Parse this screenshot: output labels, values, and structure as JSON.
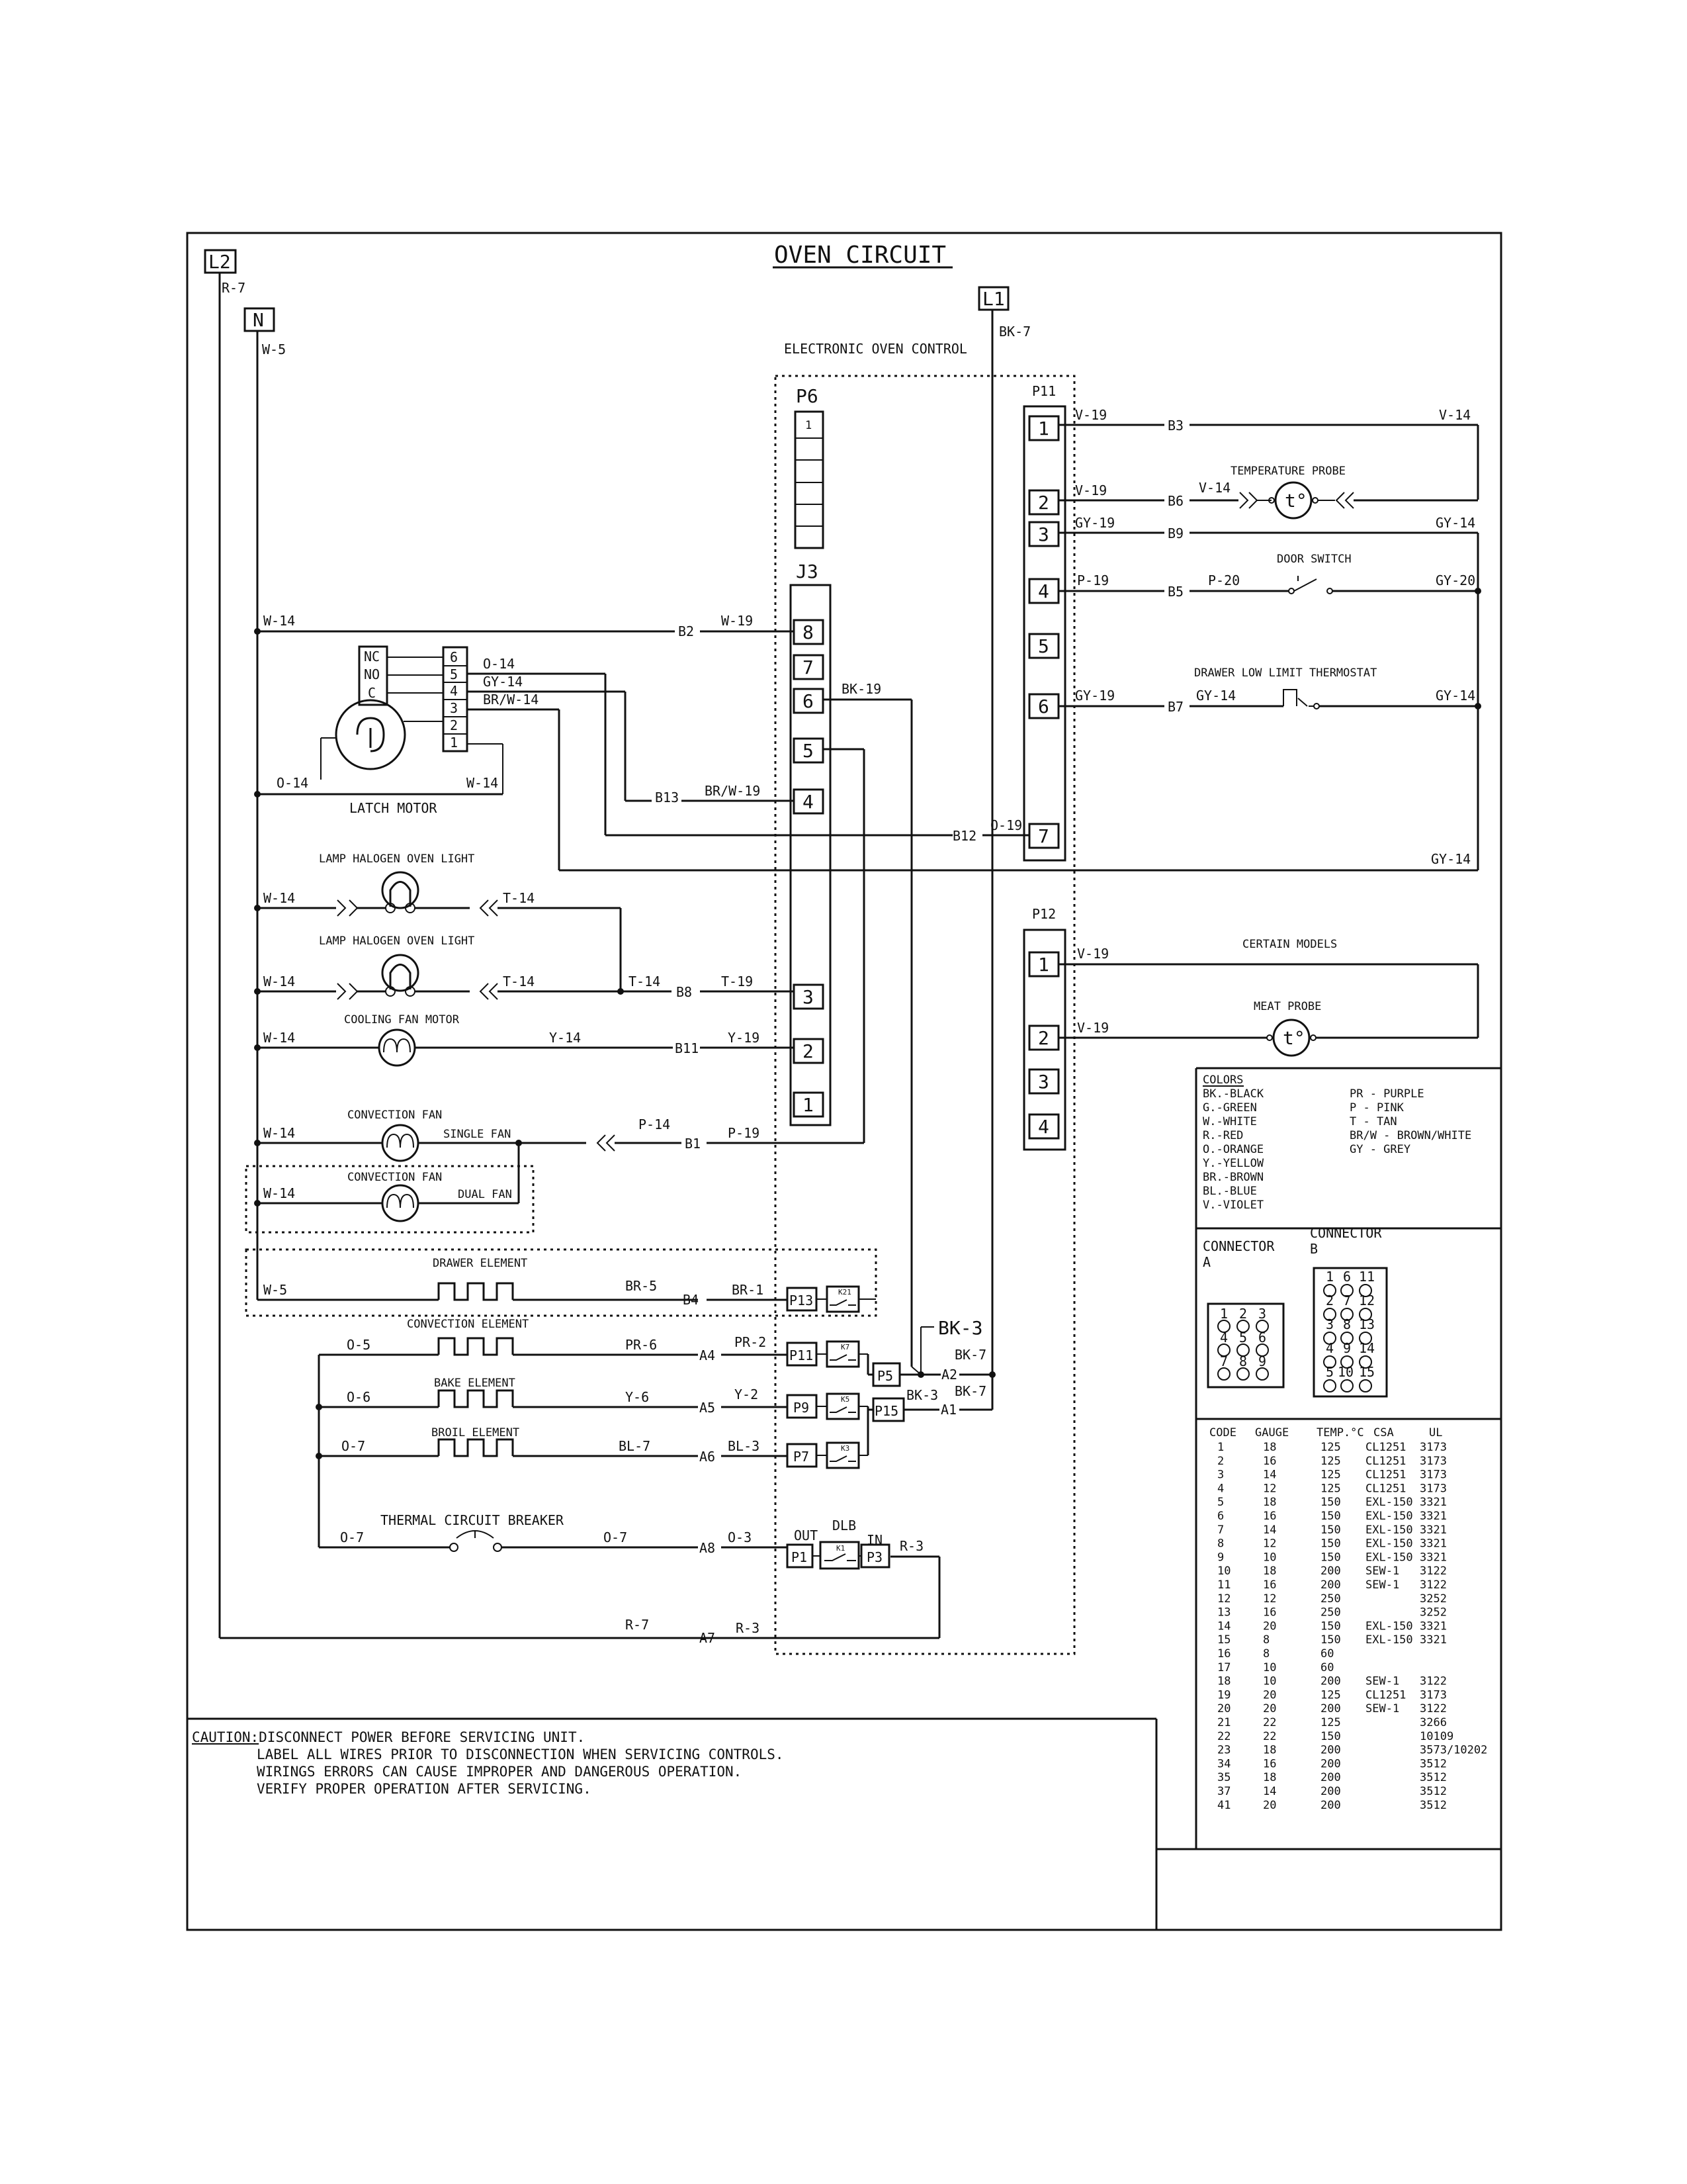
{
  "title": "OVEN CIRCUIT",
  "terminals": {
    "l2": "L2",
    "n": "N",
    "l1": "L1"
  },
  "main_wires": {
    "l2": "R-7",
    "n": "W-5",
    "l1": "BK-7"
  },
  "control_label": "ELECTRONIC OVEN CONTROL",
  "p6": {
    "label": "P6",
    "pin": "1"
  },
  "j3": {
    "label": "J3",
    "pins": [
      "8",
      "7",
      "6",
      "5",
      "4",
      "3",
      "2",
      "1"
    ]
  },
  "p11": {
    "label": "P11",
    "pins": [
      "1",
      "2",
      "3",
      "4",
      "5",
      "6",
      "7"
    ]
  },
  "p12": {
    "label": "P12",
    "pins": [
      "1",
      "2",
      "3",
      "4"
    ]
  },
  "wire_labels": {
    "n_w14_b2": "W-14",
    "b2": "B2",
    "w19": "W-19",
    "o14": "O-14",
    "gy14": "GY-14",
    "brw14": "BR/W-14",
    "b13": "B13",
    "brw19": "BR/W-19",
    "bk19": "BK-19",
    "b12": "B12",
    "o19": "O-19",
    "latch_o14": "O-14",
    "latch_w14": "W-14",
    "lamp1_w14": "W-14",
    "lamp1_t14": "T-14",
    "lamp2_w14": "W-14",
    "lamp2_t14": "T-14",
    "t14_join": "T-14",
    "b8": "B8",
    "t19": "T-19",
    "fan_w14": "W-14",
    "y14": "Y-14",
    "b11": "B11",
    "y19": "Y-19",
    "conv_w14": "W-14",
    "p14": "P-14",
    "b1": "B1",
    "p19": "P-19",
    "dual_w14": "W-14",
    "drawer_w5": "W-5",
    "br5": "BR-5",
    "b4": "B4",
    "br1": "BR-1",
    "o5": "O-5",
    "pr6": "PR-6",
    "a4": "A4",
    "pr2": "PR-2",
    "o6": "O-6",
    "y6": "Y-6",
    "a5": "A5",
    "y2": "Y-2",
    "o7a": "O-7",
    "bl7": "BL-7",
    "a6": "A6",
    "bl3": "BL-3",
    "o7b": "O-7",
    "o7c": "O-7",
    "a8": "A8",
    "o3": "O-3",
    "r7": "R-7",
    "a7": "A7",
    "r3": "R-3",
    "bk3_big": "BK-3",
    "a2": "A2",
    "bk7a": "BK-7",
    "bk3": "BK-3",
    "a1": "A1",
    "bk7b": "BK-7",
    "p11_v19a": "V-19",
    "b3": "B3",
    "v14a": "V-14",
    "p11_v19b": "V-19",
    "b6": "B6",
    "v14b": "V-14",
    "gy19": "GY-19",
    "b9": "B9",
    "gy14r": "GY-14",
    "p19r": "P-19",
    "b5": "B5",
    "p20": "P-20",
    "gy20": "GY-20",
    "gy19b": "GY-19",
    "b7": "B7",
    "gy14b": "GY-14",
    "gy14c": "GY-14",
    "gy14_bottom": "GY-14",
    "p12_v19a": "V-19",
    "p12_v19b": "V-19"
  },
  "components": {
    "latch_motor": "LATCH MOTOR",
    "latch_switch": [
      "NC",
      "NO",
      "C"
    ],
    "latch_pins": [
      "6",
      "5",
      "4",
      "3",
      "2",
      "1"
    ],
    "lamp1": "LAMP HALOGEN OVEN LIGHT",
    "lamp2": "LAMP HALOGEN OVEN LIGHT",
    "cooling_fan": "COOLING FAN MOTOR",
    "convection_fan1": "CONVECTION FAN",
    "single_fan": "SINGLE FAN",
    "convection_fan2": "CONVECTION FAN",
    "dual_fan": "DUAL FAN",
    "drawer_element": "DRAWER ELEMENT",
    "convection_element": "CONVECTION ELEMENT",
    "bake_element": "BAKE ELEMENT",
    "broil_element": "BROIL ELEMENT",
    "thermal_breaker": "THERMAL CIRCUIT BREAKER",
    "temperature_probe": "TEMPERATURE PROBE",
    "probe_symbol": "t°",
    "door_switch": "DOOR SWITCH",
    "drawer_thermostat": "DRAWER LOW LIMIT THERMOSTAT",
    "certain_models": "CERTAIN MODELS",
    "meat_probe": "MEAT PROBE"
  },
  "relays": {
    "p13": "P13",
    "k21": "K21",
    "p11r": "P11",
    "k7": "K7",
    "p9": "P9",
    "k5": "K5",
    "p7": "P7",
    "k3": "K3",
    "p5": "P5",
    "p15": "P15",
    "out": "OUT",
    "dlb": "DLB",
    "in": "IN",
    "p1": "P1",
    "k1": "K1",
    "p3": "P3"
  },
  "colors_legend": {
    "heading": "COLORS",
    "left": [
      "BK.-BLACK",
      "G.-GREEN",
      "W.-WHITE",
      "R.-RED",
      "O.-ORANGE",
      "Y.-YELLOW",
      "BR.-BROWN",
      "BL.-BLUE",
      "V.-VIOLET"
    ],
    "right": [
      "PR - PURPLE",
      "P - PINK",
      "T - TAN",
      "BR/W - BROWN/WHITE",
      "GY - GREY"
    ]
  },
  "connectors": {
    "a_label": [
      "CONNECTOR",
      "A"
    ],
    "b_label": [
      "CONNECTOR",
      "B"
    ],
    "a_numbers": [
      "1",
      "2",
      "3",
      "4",
      "5",
      "6",
      "7",
      "8",
      "9"
    ],
    "b_numbers": [
      "1",
      "6",
      "11",
      "2",
      "7",
      "12",
      "3",
      "8",
      "13",
      "4",
      "9",
      "14",
      "5",
      "10",
      "15"
    ]
  },
  "wire_table": {
    "headers": [
      "CODE",
      "GAUGE",
      "TEMP.°C",
      "CSA",
      "UL"
    ],
    "rows": [
      [
        "1",
        "18",
        "125",
        "CL1251",
        "3173"
      ],
      [
        "2",
        "16",
        "125",
        "CL1251",
        "3173"
      ],
      [
        "3",
        "14",
        "125",
        "CL1251",
        "3173"
      ],
      [
        "4",
        "12",
        "125",
        "CL1251",
        "3173"
      ],
      [
        "5",
        "18",
        "150",
        "EXL-150",
        "3321"
      ],
      [
        "6",
        "16",
        "150",
        "EXL-150",
        "3321"
      ],
      [
        "7",
        "14",
        "150",
        "EXL-150",
        "3321"
      ],
      [
        "8",
        "12",
        "150",
        "EXL-150",
        "3321"
      ],
      [
        "9",
        "10",
        "150",
        "EXL-150",
        "3321"
      ],
      [
        "10",
        "18",
        "200",
        "SEW-1",
        "3122"
      ],
      [
        "11",
        "16",
        "200",
        "SEW-1",
        "3122"
      ],
      [
        "12",
        "12",
        "250",
        "",
        "3252"
      ],
      [
        "13",
        "16",
        "250",
        "",
        "3252"
      ],
      [
        "14",
        "20",
        "150",
        "EXL-150",
        "3321"
      ],
      [
        "15",
        "8",
        "150",
        "EXL-150",
        "3321"
      ],
      [
        "16",
        "8",
        "60",
        "",
        ""
      ],
      [
        "17",
        "10",
        "60",
        "",
        ""
      ],
      [
        "18",
        "10",
        "200",
        "SEW-1",
        "3122"
      ],
      [
        "19",
        "20",
        "125",
        "CL1251",
        "3173"
      ],
      [
        "20",
        "20",
        "200",
        "SEW-1",
        "3122"
      ],
      [
        "21",
        "22",
        "125",
        "",
        "3266"
      ],
      [
        "22",
        "22",
        "150",
        "",
        "10109"
      ],
      [
        "23",
        "18",
        "200",
        "",
        "3573/10202"
      ],
      [
        "34",
        "16",
        "200",
        "",
        "3512"
      ],
      [
        "35",
        "18",
        "200",
        "",
        "3512"
      ],
      [
        "37",
        "14",
        "200",
        "",
        "3512"
      ],
      [
        "41",
        "20",
        "200",
        "",
        "3512"
      ]
    ]
  },
  "caution": {
    "label": "CAUTION:",
    "line1": "DISCONNECT POWER BEFORE SERVICING UNIT.",
    "line2": "LABEL ALL WIRES PRIOR TO DISCONNECTION WHEN SERVICING CONTROLS.",
    "line3": "WIRINGS ERRORS CAN CAUSE IMPROPER AND DANGEROUS OPERATION.",
    "line4": "VERIFY PROPER OPERATION AFTER SERVICING."
  }
}
